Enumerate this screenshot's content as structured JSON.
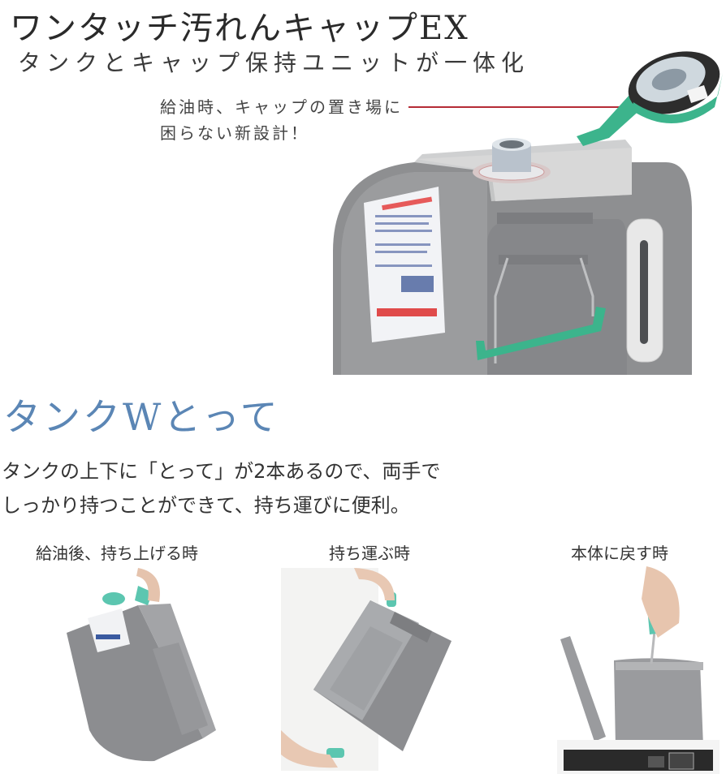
{
  "header": {
    "title": "ワンタッチ汚れんキャップEX",
    "subtitle": "タンクとキャップ保持ユニットが一体化"
  },
  "callout": {
    "line1": "給油時、キャップの置き場に",
    "line2": "困らない新設計！"
  },
  "section": {
    "title": "タンクWとって",
    "description_line1": "タンクの上下に「とって」が2本あるので、両手で",
    "description_line2": "しっかり持つことができて、持ち運びに便利。"
  },
  "usage_steps": [
    {
      "caption": "給油後、持ち上げる時",
      "image": "lifting-tank-photo"
    },
    {
      "caption": "持ち運ぶ時",
      "image": "carrying-tank-photo"
    },
    {
      "caption": "本体に戻す時",
      "image": "returning-tank-photo"
    }
  ],
  "colors": {
    "accent_blue": "#5b86b5",
    "leader_red": "#b52b36",
    "cap_green": "#3cb48c",
    "tank_gray": "#8e8f91"
  }
}
